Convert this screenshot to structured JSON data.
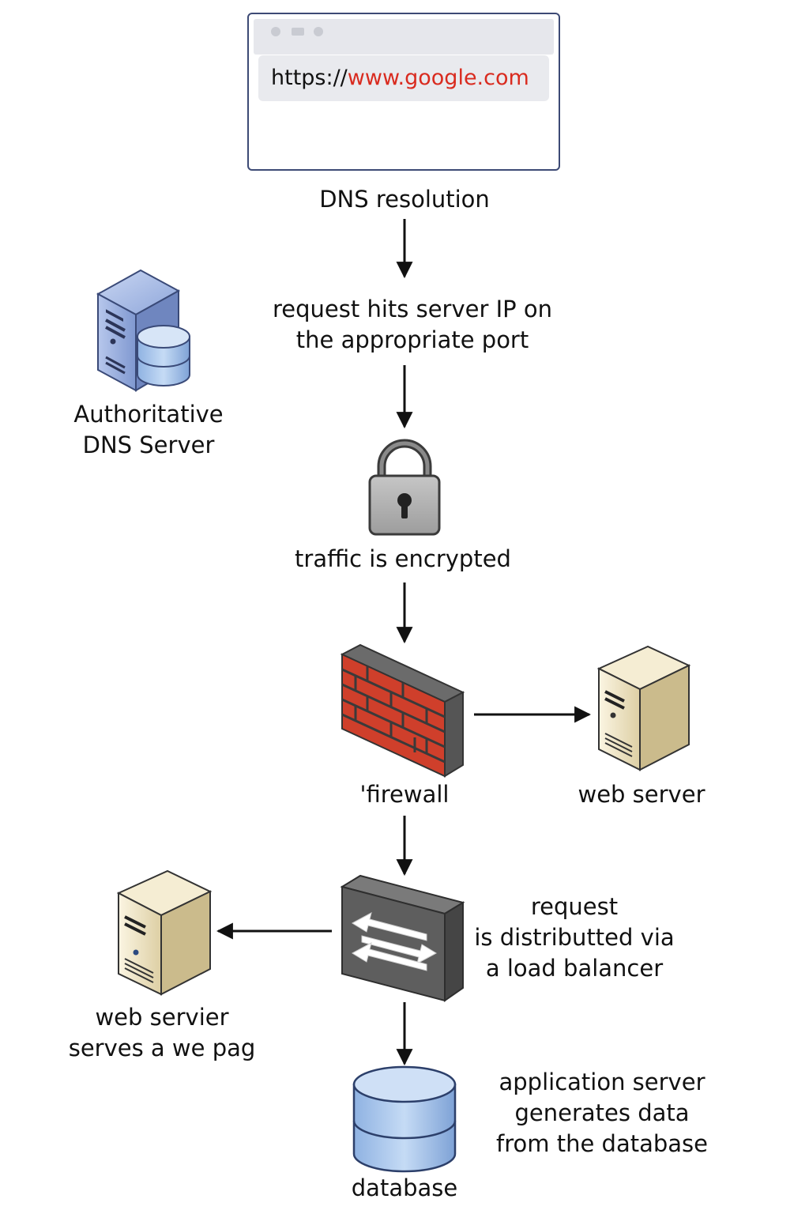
{
  "browser": {
    "url_scheme": "https://",
    "url_host": "www.google.com"
  },
  "steps": {
    "dns_resolution": "DNS resolution",
    "request_hits": "request hits server IP on\nthe appropriate port",
    "encrypted": "traffic is encrypted",
    "firewall": "'firewall",
    "web_server": "web server",
    "load_balancer": "request\nis distributted via\na load balancer",
    "web_server_serves": "web servier\nserves a we pag",
    "database": "database",
    "application_server": "application server\ngenerates data\nfrom the database"
  },
  "nodes": {
    "authoritative_dns": "Authoritative\nDNS Server"
  },
  "icons": [
    "browser-window-icon",
    "dns-server-icon",
    "lock-icon",
    "firewall-icon",
    "web-server-icon",
    "load-balancer-icon",
    "database-icon"
  ],
  "colors": {
    "url_accent": "#d92b1f",
    "brick": "#cf3f2b",
    "server_blue": "#8fa7d8",
    "server_beige": "#e8dcb6",
    "lock_gray": "#b4b4b4",
    "switch_gray": "#5a5a5a",
    "db_blue": "#9ec0e8"
  }
}
